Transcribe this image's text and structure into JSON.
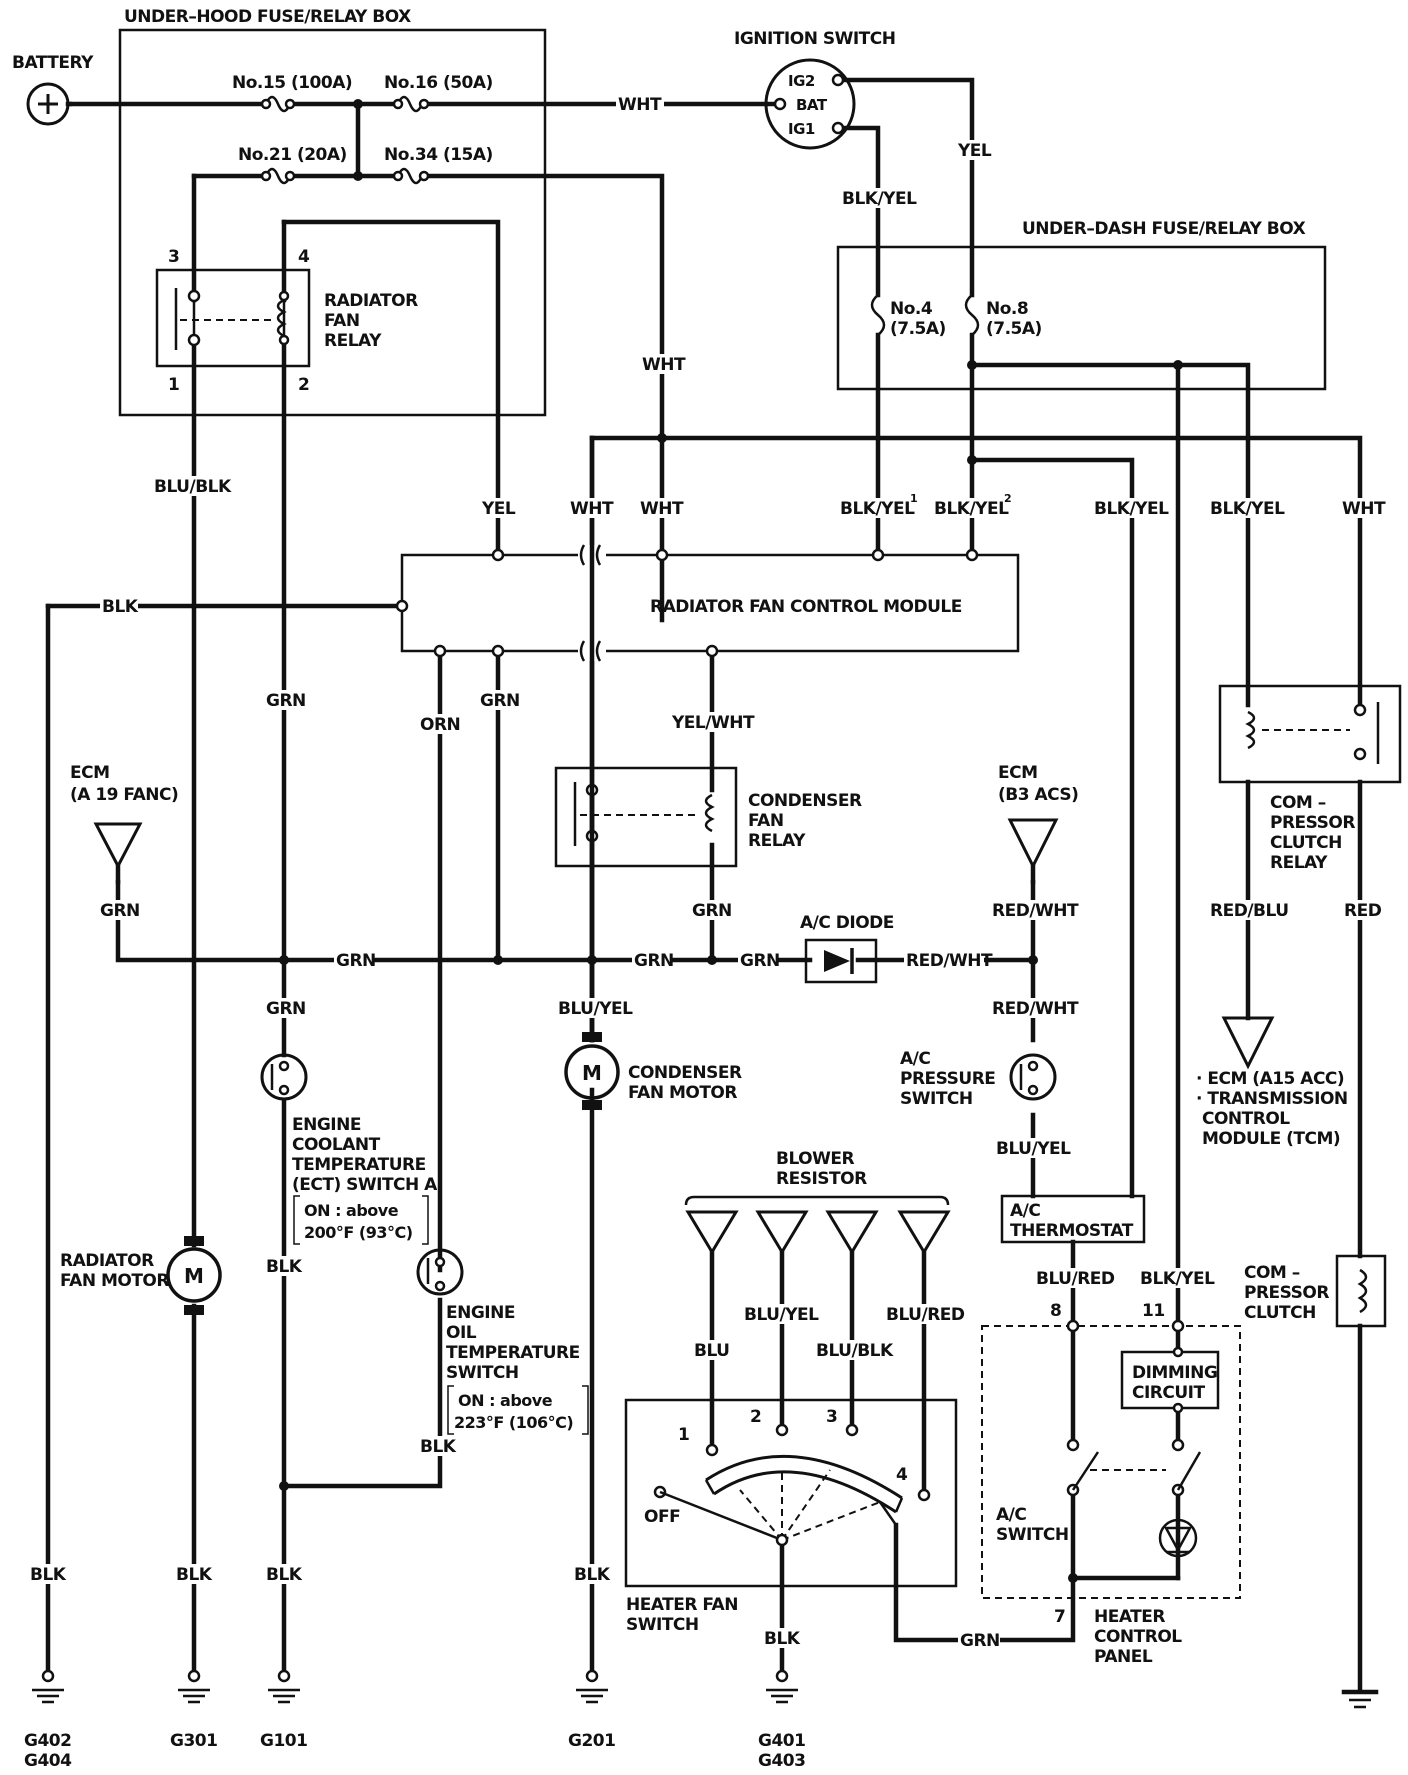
{
  "labels": {
    "underhood_box": "UNDER–HOOD FUSE/RELAY BOX",
    "battery": "BATTERY",
    "fuse15": "No.15 (100A)",
    "fuse16": "No.16 (50A)",
    "fuse21": "No.21 (20A)",
    "fuse34": "No.34 (15A)",
    "ignition_switch": "IGNITION SWITCH",
    "ig2": "IG2",
    "bat": "BAT",
    "ig1": "IG1",
    "underdash_box": "UNDER–DASH FUSE/RELAY BOX",
    "fuse4": "No.4",
    "fuse4_rating": "(7.5A)",
    "fuse8": "No.8",
    "fuse8_rating": "(7.5A)",
    "rfr_line1": "RADIATOR",
    "rfr_line2": "FAN",
    "rfr_line3": "RELAY",
    "rfcm": "RADIATOR FAN CONTROL MODULE",
    "cfr_line1": "CONDENSER",
    "cfr_line2": "FAN",
    "cfr_line3": "RELAY",
    "ecm_fanc_line1": "ECM",
    "ecm_fanc_line2": "(A 19 FANC)",
    "ecm_acs_line1": "ECM",
    "ecm_acs_line2": "(B3 ACS)",
    "ac_diode": "A/C DIODE",
    "cpr_line1": "COM –",
    "cpr_line2": "PRESSOR",
    "cpr_line3": "CLUTCH",
    "cpr_line4": "RELAY",
    "ecm_acc_line1": "· ECM (A15 ACC)",
    "ecm_acc_line2": "· TRANSMISSION",
    "ecm_acc_line3": "CONTROL",
    "ecm_acc_line4": "MODULE (TCM)",
    "ect_line1": "ENGINE",
    "ect_line2": "COOLANT",
    "ect_line3": "TEMPERATURE",
    "ect_line4": "(ECT) SWITCH A",
    "ect_on_line1": "ON : above",
    "ect_on_line2": "200°F (93°C)",
    "cfm_line1": "CONDENSER",
    "cfm_line2": "FAN MOTOR",
    "acps_line1": "A/C",
    "acps_line2": "PRESSURE",
    "acps_line3": "SWITCH",
    "blower_line1": "BLOWER",
    "blower_line2": "RESISTOR",
    "rfm_line1": "RADIATOR",
    "rfm_line2": "FAN MOTOR",
    "eot_line1": "ENGINE",
    "eot_line2": "OIL",
    "eot_line3": "TEMPERATURE",
    "eot_line4": "SWITCH",
    "eot_on_line1": "ON : above",
    "eot_on_line2": "223°F (106°C)",
    "ac_thermo_line1": "A/C",
    "ac_thermo_line2": "THERMOSTAT",
    "clutch_line1": "COM –",
    "clutch_line2": "PRESSOR",
    "clutch_line3": "CLUTCH",
    "dimming_line1": "DIMMING",
    "dimming_line2": "CIRCUIT",
    "ac_switch_line1": "A/C",
    "ac_switch_line2": "SWITCH",
    "off": "OFF",
    "hfs_line1": "HEATER FAN",
    "hfs_line2": "SWITCH",
    "hcp_line1": "HEATER",
    "hcp_line2": "CONTROL",
    "hcp_line3": "PANEL",
    "motor_m": "M",
    "sup1": "1",
    "sup2": "2"
  },
  "pins": {
    "rfr_3": "3",
    "rfr_4": "4",
    "rfr_1": "1",
    "rfr_2": "2",
    "hfs_1": "1",
    "hfs_2": "2",
    "hfs_3": "3",
    "hfs_4": "4",
    "hcp_8": "8",
    "hcp_11": "11",
    "hcp_7": "7"
  },
  "wires": {
    "wht_bat_ign": "WHT",
    "yel_ig2": "YEL",
    "blkyel_ig1": "BLK/YEL",
    "wht_underhood": "WHT",
    "blu_blk_rfr": "BLU/BLK",
    "yel_mod": "YEL",
    "wht_mod1": "WHT",
    "wht_mod2": "WHT",
    "blkyel1_mod": "BLK/YEL",
    "blkyel2_mod": "BLK/YEL",
    "blkyel_thermo": "BLK/YEL",
    "blkyel_cpr": "BLK/YEL",
    "wht_cpr": "WHT",
    "blk_mod": "BLK",
    "grn_ect_top": "GRN",
    "orn_eot": "ORN",
    "grn_mod": "GRN",
    "yelwht_cfr": "YEL/WHT",
    "grn_ecm": "GRN",
    "grn_cfr": "GRN",
    "grn_bus1": "GRN",
    "grn_bus2": "GRN",
    "grn_bus3": "GRN",
    "redwht_diode": "RED/WHT",
    "redwht_ecm": "RED/WHT",
    "redwht_acps": "RED/WHT",
    "redblu_cpr": "RED/BLU",
    "red_cpr": "RED",
    "grn_ect": "GRN",
    "bluyel_cfm": "BLU/YEL",
    "bluyel_acps": "BLU/YEL",
    "blk_ect": "BLK",
    "blk_eot": "BLK",
    "blured_hcp": "BLU/RED",
    "blkyel_hcp": "BLK/YEL",
    "blu_bl": "BLU",
    "bluyel_bl": "BLU/YEL",
    "blublk_bl": "BLU/BLK",
    "blured_bl": "BLU/RED",
    "blk_g402": "BLK",
    "blk_g301": "BLK",
    "blk_g101": "BLK",
    "blk_g201": "BLK",
    "blk_hfs": "BLK",
    "grn_hcp": "GRN"
  },
  "grounds": {
    "g402": "G402",
    "g404": "G404",
    "g301": "G301",
    "g101": "G101",
    "g201": "G201",
    "g401": "G401",
    "g403": "G403"
  }
}
